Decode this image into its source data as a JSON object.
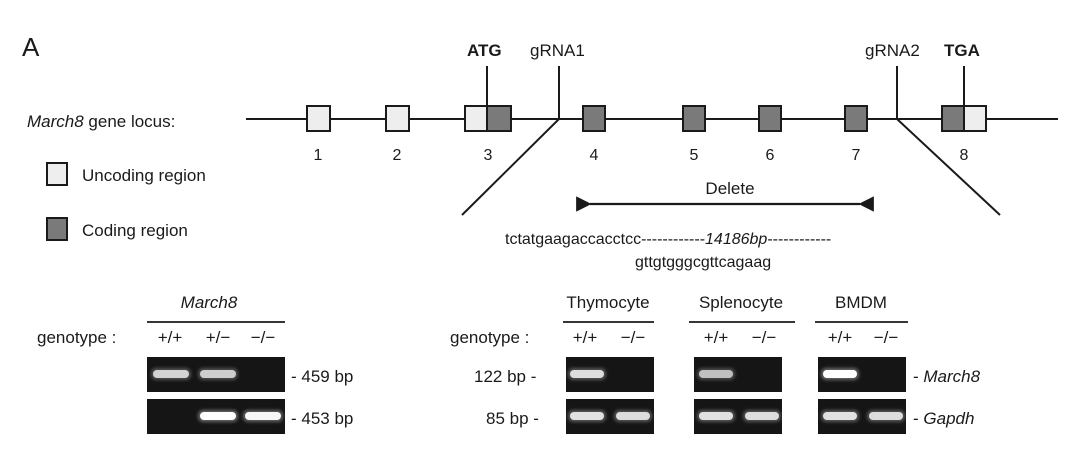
{
  "panel_label": "A",
  "locus": {
    "gene": "March8",
    "label_suffix": " gene locus:",
    "exons": [
      {
        "number": "1",
        "type": "uncoding"
      },
      {
        "number": "2",
        "type": "uncoding"
      },
      {
        "number": "3",
        "type": "mixed"
      },
      {
        "number": "4",
        "type": "coding"
      },
      {
        "number": "5",
        "type": "coding"
      },
      {
        "number": "6",
        "type": "coding"
      },
      {
        "number": "7",
        "type": "coding"
      },
      {
        "number": "8",
        "type": "mixed"
      }
    ],
    "markers": {
      "start_codon": "ATG",
      "grna1": "gRNA1",
      "grna2": "gRNA2",
      "stop_codon": "TGA"
    }
  },
  "legend": {
    "uncoding": "Uncoding region",
    "coding": "Coding region"
  },
  "deletion": {
    "label": "Delete",
    "seq_line1_start": "tctatgaagaccacctcc",
    "seq_dashes_left": "------------",
    "seq_size": "14186bp",
    "seq_dashes_right": "------------",
    "seq_line2": "gttgtgggcgttcagaag"
  },
  "gel_left": {
    "title": "March8",
    "genotype_label": "genotype :",
    "genotypes": [
      "+/+",
      "+/−",
      "−/−"
    ],
    "bands": [
      "- 459 bp",
      "- 453 bp"
    ],
    "intensity": [
      [
        0.75,
        0.72,
        0.0
      ],
      [
        0.0,
        1.0,
        0.95
      ]
    ]
  },
  "gel_right": {
    "genotype_label": "genotype :",
    "row_sizes": [
      "122 bp -",
      "85 bp -"
    ],
    "row_genes": [
      "March8",
      "Gapdh"
    ],
    "groups": [
      {
        "name": "Thymocyte",
        "genotypes": [
          "+/+",
          "−/−"
        ],
        "intensity": [
          [
            0.8,
            0.0
          ],
          [
            0.82,
            0.8
          ]
        ]
      },
      {
        "name": "Splenocyte",
        "genotypes": [
          "+/+",
          "−/−"
        ],
        "intensity": [
          [
            0.65,
            0.0
          ],
          [
            0.82,
            0.8
          ]
        ]
      },
      {
        "name": "BMDM",
        "genotypes": [
          "+/+",
          "−/−"
        ],
        "intensity": [
          [
            1.0,
            0.0
          ],
          [
            0.82,
            0.8
          ]
        ]
      }
    ]
  },
  "colors": {
    "uncoding_fill": "#eeeeee",
    "coding_fill": "#7a7a7a",
    "gel_bg": "#151515",
    "band": "#ffffff"
  }
}
